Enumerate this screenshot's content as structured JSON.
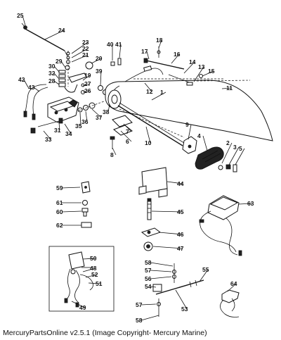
{
  "caption": "MercuryPartsOnline v2.5.1 (Image Copyright- Mercury Marine)",
  "callouts": [
    "1",
    "2",
    "3",
    "4",
    "5",
    "6",
    "7",
    "8",
    "9",
    "10",
    "11",
    "12",
    "13",
    "14",
    "15",
    "16",
    "17",
    "18",
    "19",
    "20",
    "21",
    "22",
    "23",
    "24",
    "25",
    "26",
    "27",
    "28",
    "29",
    "30",
    "31",
    "32",
    "33",
    "34",
    "35",
    "36",
    "37",
    "38",
    "39",
    "40",
    "41",
    "42",
    "43",
    "44",
    "45",
    "46",
    "47",
    "48",
    "49",
    "50",
    "51",
    "52",
    "53",
    "54",
    "55",
    "56",
    "57",
    "58",
    "59",
    "60",
    "61",
    "62",
    "63",
    "64"
  ]
}
